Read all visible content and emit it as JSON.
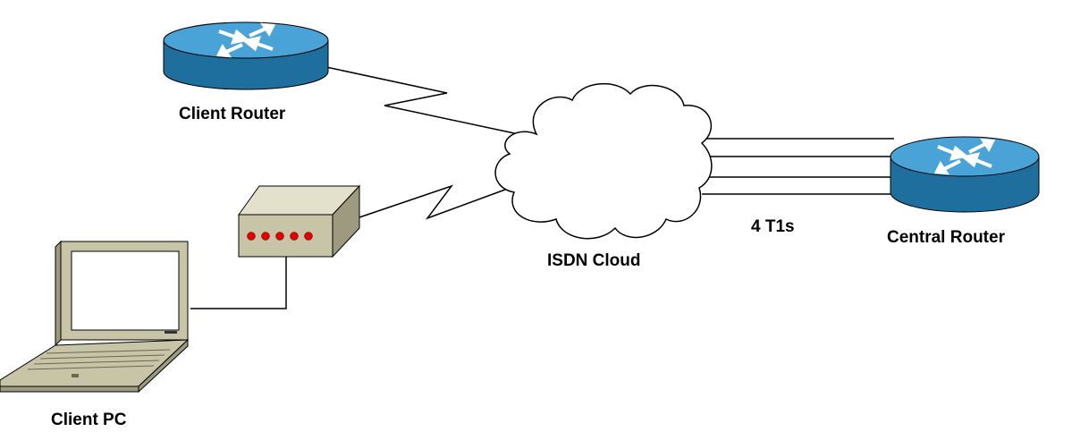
{
  "labels": {
    "client_router": "Client Router",
    "central_router": "Central Router",
    "isdn_cloud": "ISDN Cloud",
    "t1_links": "4 T1s",
    "client_pc": "Client PC"
  },
  "colors": {
    "router_top": "#4aa3d6",
    "router_side": "#1e6f9e",
    "modem_body": "#c8c4a8",
    "modem_led": "#e00000",
    "laptop_body": "#c8c4a8",
    "line": "#000000"
  },
  "icons": {
    "router": "router-icon",
    "modem": "modem-icon",
    "laptop": "laptop-icon",
    "cloud": "cloud-icon"
  }
}
